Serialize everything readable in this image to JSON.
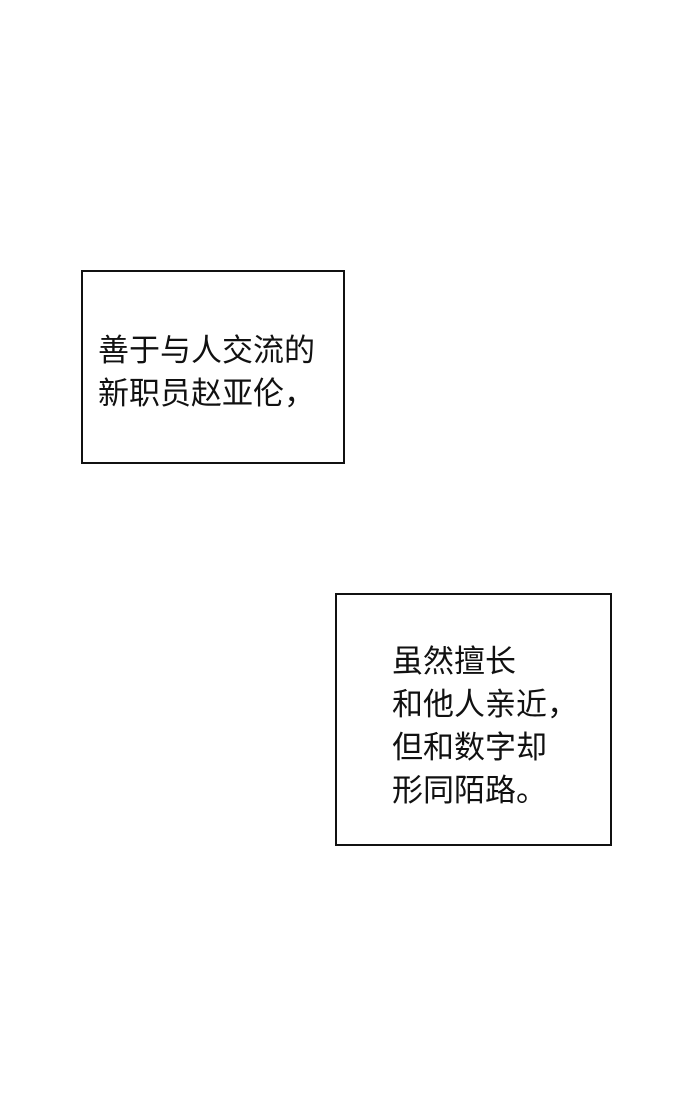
{
  "captions": [
    {
      "lines": [
        "善于与人交流的",
        "新职员赵亚伦，"
      ]
    },
    {
      "lines": [
        "虽然擅长",
        "和他人亲近，",
        "但和数字却",
        "形同陌路。"
      ]
    }
  ]
}
